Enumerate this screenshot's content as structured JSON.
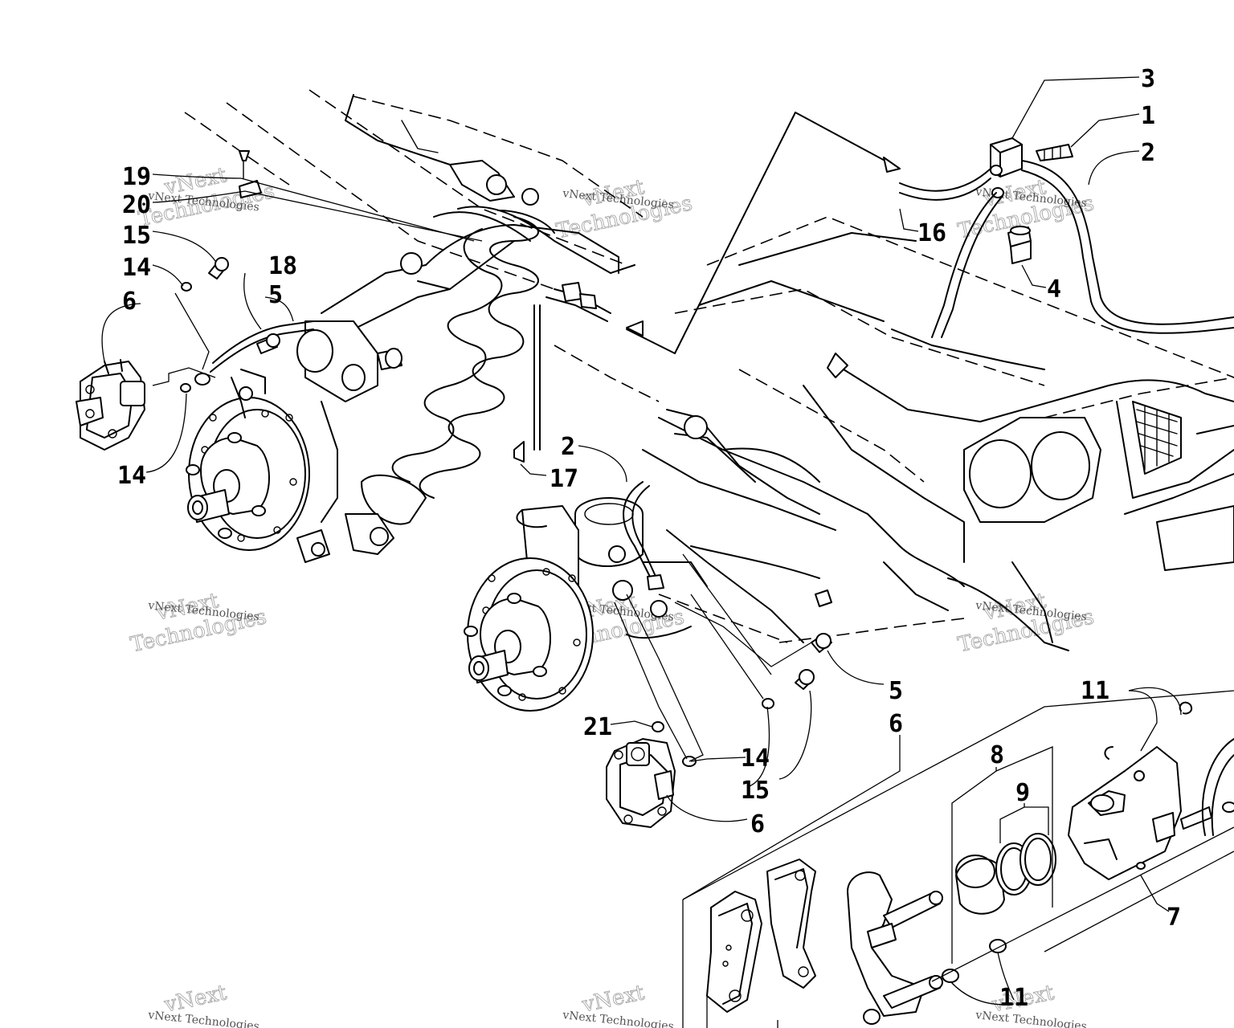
{
  "watermark": {
    "line1": "vNext",
    "line2": "Technologies",
    "small": "vNext Technologies"
  },
  "callouts": {
    "c1": "1",
    "c2a": "2",
    "c2b": "2",
    "c3": "3",
    "c4": "4",
    "c5a": "5",
    "c5b": "5",
    "c6a": "6",
    "c6b": "6",
    "c6c": "6",
    "c7": "7",
    "c8": "8",
    "c9": "9",
    "c11a": "11",
    "c11b": "11",
    "c14a": "14",
    "c14b": "14",
    "c14c": "14",
    "c15a": "15",
    "c15b": "15",
    "c16": "16",
    "c17": "17",
    "c18": "18",
    "c19": "19",
    "c20": "20",
    "c21": "21"
  }
}
